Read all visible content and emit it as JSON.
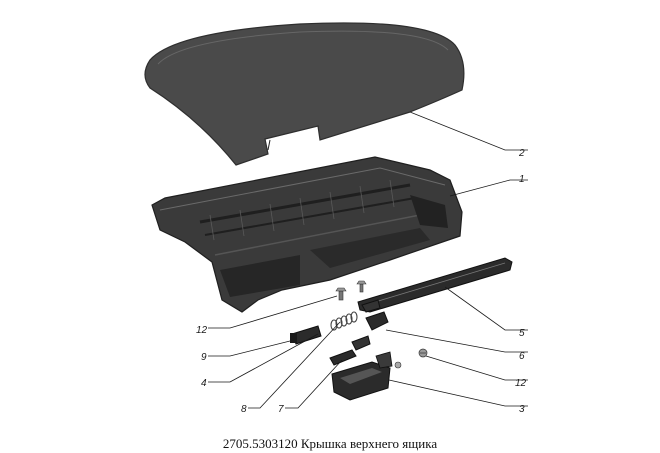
{
  "caption": "2705.5303120 Крышка верхнего ящика",
  "callouts": {
    "n1": "1",
    "n2": "2",
    "n3": "3",
    "n4": "4",
    "n5": "5",
    "n6": "6",
    "n7": "7",
    "n8": "8",
    "n9": "9",
    "n12a": "12",
    "n12b": "12"
  },
  "colors": {
    "lid": "#4a4a4a",
    "lid_edge": "#2e2e2e",
    "base": "#3a3a3a",
    "base_dark": "#1f1f1f",
    "base_light": "#6a6a6a",
    "part": "#2b2b2b"
  }
}
